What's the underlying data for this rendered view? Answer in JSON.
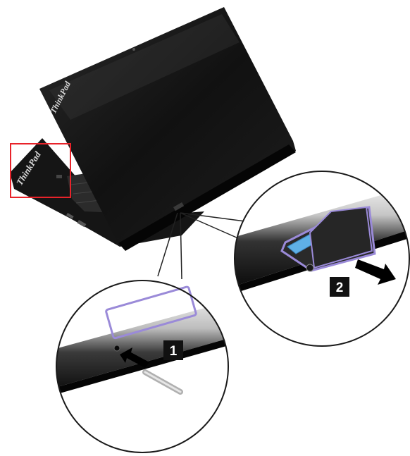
{
  "brand": {
    "lid_logo": "ThinkPad",
    "keyboard_logo": "ThinkPad"
  },
  "steps": [
    {
      "number": "1"
    },
    {
      "number": "2"
    }
  ],
  "colors": {
    "highlight_frame": "#e8232a",
    "card_tray_outline": "#9a8ad8",
    "sim_card": "#5fb0e6",
    "step_badge": "#111111"
  },
  "icons": [
    "pin-arrow-icon",
    "eject-pin-icon",
    "pull-out-arrow-icon"
  ]
}
